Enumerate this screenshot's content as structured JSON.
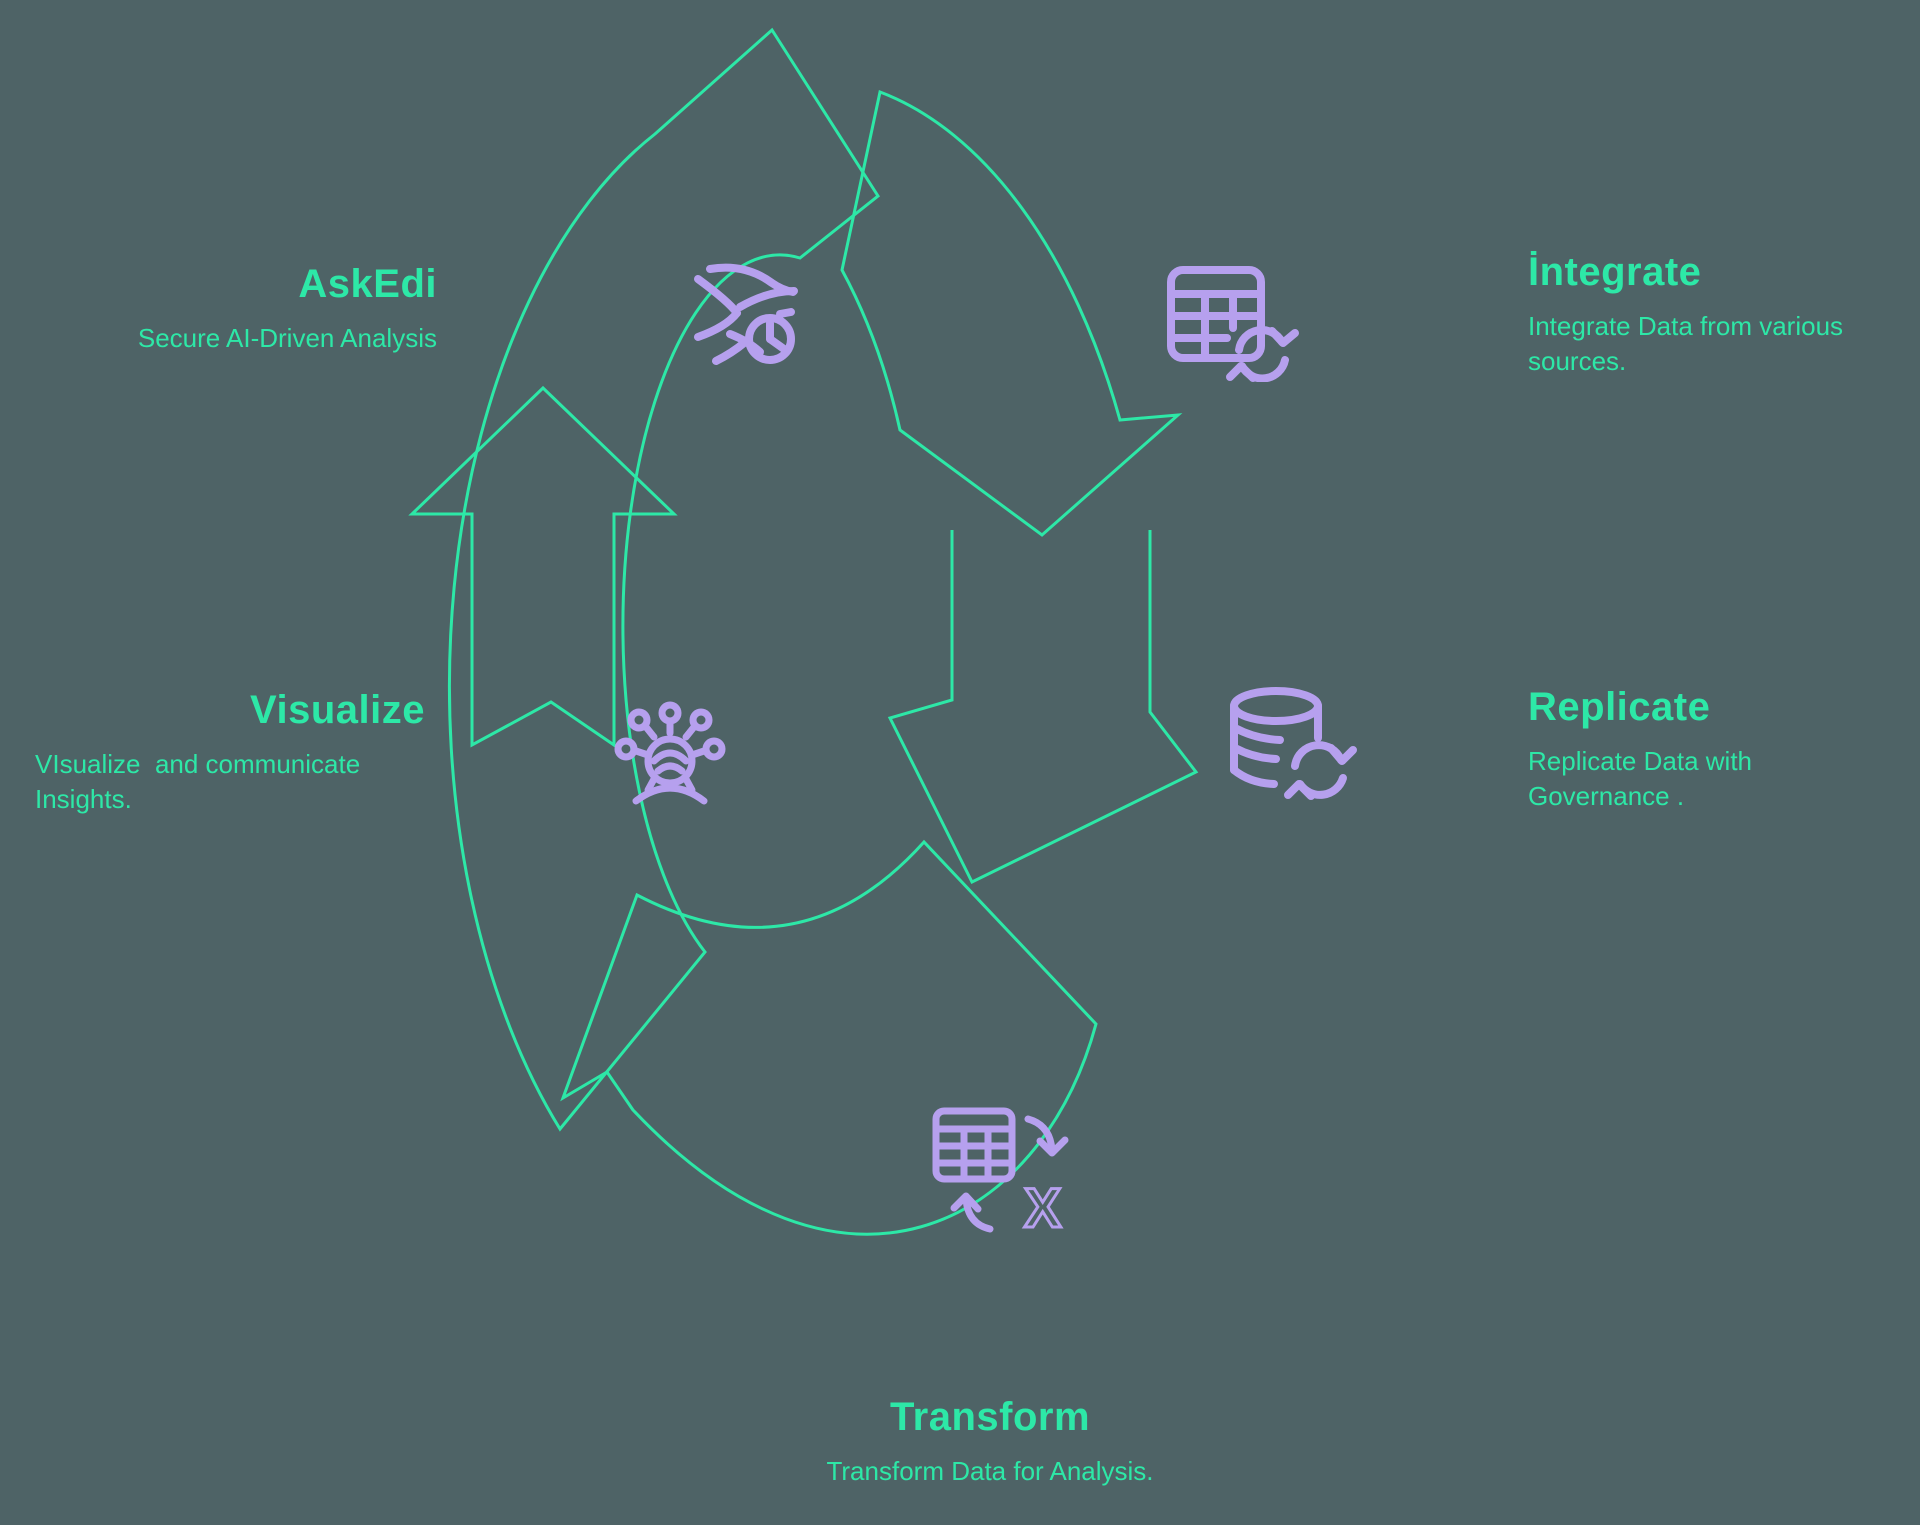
{
  "colors": {
    "background": "#4e6366",
    "accent_green": "#2de8a7",
    "accent_purple": "#b6a0ee"
  },
  "diagram": {
    "type": "cycle",
    "sections": [
      {
        "id": "askedi",
        "title": "AskEdi",
        "description": "Secure AI-Driven Analysis",
        "icon": "wind-clock-icon"
      },
      {
        "id": "integrate",
        "title": "İntegrate",
        "description": "Integrate Data from various\nsources.",
        "icon": "table-sync-icon"
      },
      {
        "id": "replicate",
        "title": "Replicate",
        "description": "Replicate Data with\nGovernance .",
        "icon": "database-sync-icon"
      },
      {
        "id": "transform",
        "title": "Transform",
        "description": "Transform Data for Analysis.",
        "icon": "table-excel-transform-icon"
      },
      {
        "id": "visualize",
        "title": "Visualize",
        "description": "VIsualize  and communicate\nInsights.",
        "icon": "insights-mind-icon"
      }
    ]
  }
}
